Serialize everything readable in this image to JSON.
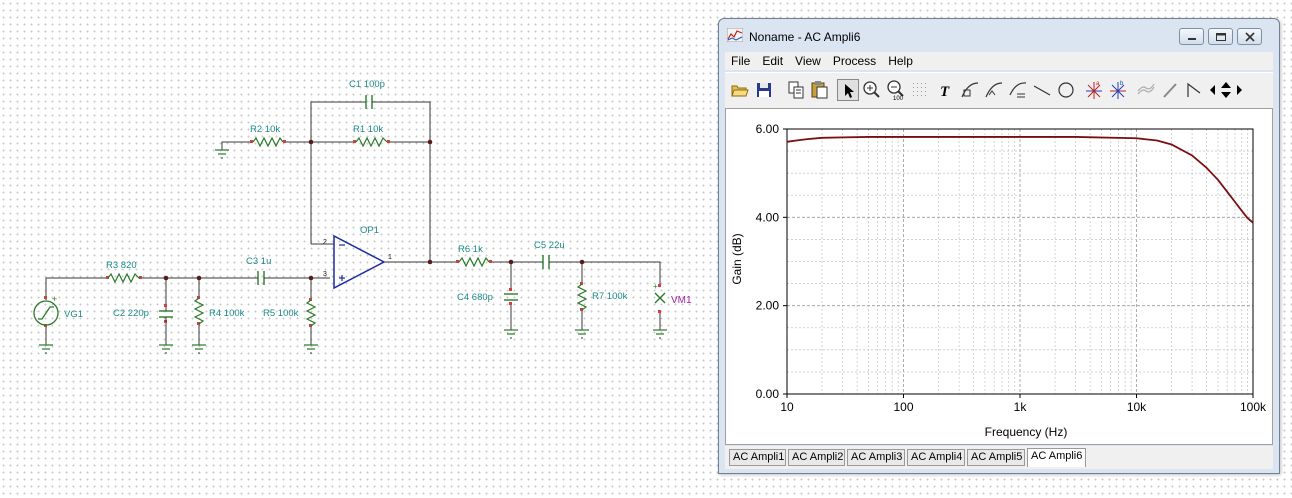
{
  "schematic": {
    "components": {
      "c1": "C1 100p",
      "r2": "R2 10k",
      "r1": "R1 10k",
      "op1": "OP1",
      "r3": "R3 820",
      "c3": "C3 1u",
      "r6": "R6 1k",
      "c5": "C5 22u",
      "vg1": "VG1",
      "c2": "C2 220p",
      "r4": "R4 100k",
      "r5": "R5 100k",
      "c4": "C4 680p",
      "r7": "R7 100k",
      "vm1": "VM1"
    },
    "pins": {
      "p2": "2",
      "p3": "3",
      "p1": "1"
    }
  },
  "window": {
    "title": "Noname - AC Ampli6",
    "menu": [
      "File",
      "Edit",
      "View",
      "Process",
      "Help"
    ],
    "toolbar_icons": [
      "open-icon",
      "save-icon",
      "copy-icon",
      "paste-icon",
      "pointer-icon",
      "zoom-in-icon",
      "zoom-100-icon",
      "grid-icon",
      "text-tool-icon",
      "curve-tool-icon",
      "curve-tool-icon",
      "curve-tool-icon",
      "line-tool-icon",
      "circle-tool-icon",
      "cursor-a-icon",
      "cursor-b-icon",
      "wave-icon",
      "pen-icon",
      "corner-icon",
      "arrow-left-icon",
      "arrow-up-icon",
      "arrow-down-icon",
      "arrow-right-icon"
    ],
    "tabs": [
      "AC Ampli1",
      "AC Ampli2",
      "AC Ampli3",
      "AC Ampli4",
      "AC Ampli5",
      "AC Ampli6"
    ],
    "active_tab": "AC Ampli6",
    "colors": {
      "curve": "#7a0f12",
      "title_bar": "#dbe5f2"
    }
  },
  "chart_data": {
    "type": "line",
    "xlabel": "Frequency (Hz)",
    "ylabel": "Gain (dB)",
    "xscale": "log",
    "xlim": [
      10,
      100000
    ],
    "ylim": [
      0,
      6
    ],
    "xticks": [
      10,
      100,
      1000,
      10000,
      100000
    ],
    "xtick_labels": [
      "10",
      "100",
      "1k",
      "10k",
      "100k"
    ],
    "yticks": [
      0,
      2,
      4,
      6
    ],
    "ytick_labels": [
      "0.00",
      "2.00",
      "4.00",
      "6.00"
    ],
    "grid": true,
    "series": [
      {
        "color": "#7a0f12",
        "x": [
          10,
          12,
          15,
          20,
          30,
          50,
          100,
          300,
          1000,
          3000,
          10000,
          15000,
          20000,
          30000,
          40000,
          50000,
          60000,
          70000,
          80000,
          90000,
          100000
        ],
        "y": [
          5.71,
          5.74,
          5.77,
          5.8,
          5.81,
          5.82,
          5.82,
          5.82,
          5.82,
          5.82,
          5.79,
          5.74,
          5.65,
          5.4,
          5.12,
          4.85,
          4.58,
          4.35,
          4.15,
          3.98,
          3.88
        ]
      }
    ]
  }
}
